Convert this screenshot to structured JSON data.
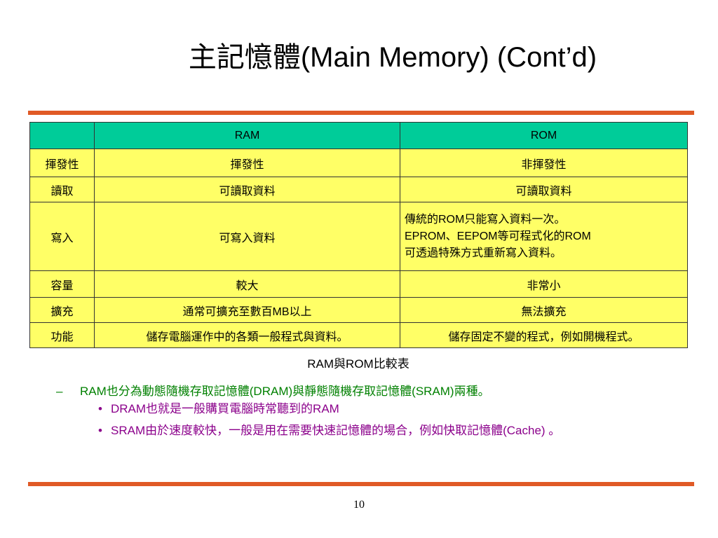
{
  "slide": {
    "title": "主記憶體(Main Memory) (Cont’d)",
    "page_number": "10"
  },
  "colors": {
    "rule": "#e05a26",
    "table_header_bg": "#00cc99",
    "table_body_bg": "#ffff66",
    "level1_text": "#008000",
    "level2_text": "#8b008b"
  },
  "table": {
    "headers": [
      "",
      "RAM",
      "ROM"
    ],
    "rows": [
      {
        "label": "揮發性",
        "ram": "揮發性",
        "rom": "非揮發性"
      },
      {
        "label": "讀取",
        "ram": "可讀取資料",
        "rom": "可讀取資料"
      },
      {
        "label": "寫入",
        "ram": "可寫入資料",
        "rom_lines": [
          "傳統的ROM只能寫入資料一次。",
          "EPROM、EEPOM等可程式化的ROM",
          "可透過特殊方式重新寫入資料。"
        ]
      },
      {
        "label": "容量",
        "ram": "較大",
        "rom": "非常小"
      },
      {
        "label": "擴充",
        "ram": "通常可擴充至數百MB以上",
        "rom": "無法擴充"
      },
      {
        "label": "功能",
        "ram": "儲存電腦運作中的各類一般程式與資料。",
        "rom": "儲存固定不變的程式，例如開機程式。"
      }
    ],
    "caption": "RAM與ROM比較表"
  },
  "content": {
    "level1": {
      "marker": "–",
      "text": "RAM也分為動態隨機存取記憶體(DRAM)與靜態隨機存取記憶體(SRAM)兩種。"
    },
    "level2": [
      {
        "marker": "•",
        "text": "DRAM也就是一般購買電腦時常聽到的RAM"
      },
      {
        "marker": "•",
        "text": "SRAM由於速度較快，一般是用在需要快速記憶體的場合，例如快取記憶體(Cache) 。"
      }
    ]
  }
}
